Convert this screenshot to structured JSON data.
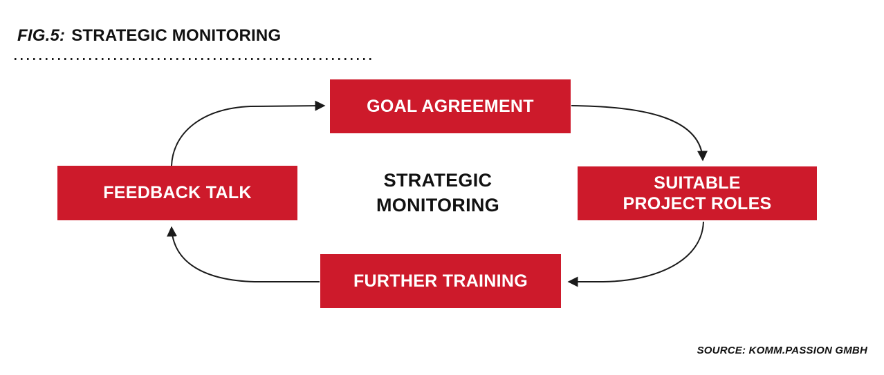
{
  "header": {
    "fig_label": "FIG.5:",
    "title": "STRATEGIC MONITORING"
  },
  "diagram": {
    "center_label": "STRATEGIC\nMONITORING",
    "nodes": {
      "goal": {
        "label": "GOAL AGREEMENT"
      },
      "roles": {
        "label": "SUITABLE\nPROJECT ROLES"
      },
      "training": {
        "label": "FURTHER TRAINING"
      },
      "feedback": {
        "label": "FEEDBACK TALK"
      }
    },
    "arrows": [
      {
        "from": "FEEDBACK TALK",
        "to": "GOAL AGREEMENT"
      },
      {
        "from": "GOAL AGREEMENT",
        "to": "SUITABLE PROJECT ROLES"
      },
      {
        "from": "SUITABLE PROJECT ROLES",
        "to": "FURTHER TRAINING"
      },
      {
        "from": "FURTHER TRAINING",
        "to": "FEEDBACK TALK"
      }
    ]
  },
  "footer": {
    "source": "SOURCE: KOMM.PASSION GMBH"
  },
  "colors": {
    "node_bg": "#CD1A2B",
    "node_text": "#FFFFFF",
    "ink": "#111111"
  }
}
